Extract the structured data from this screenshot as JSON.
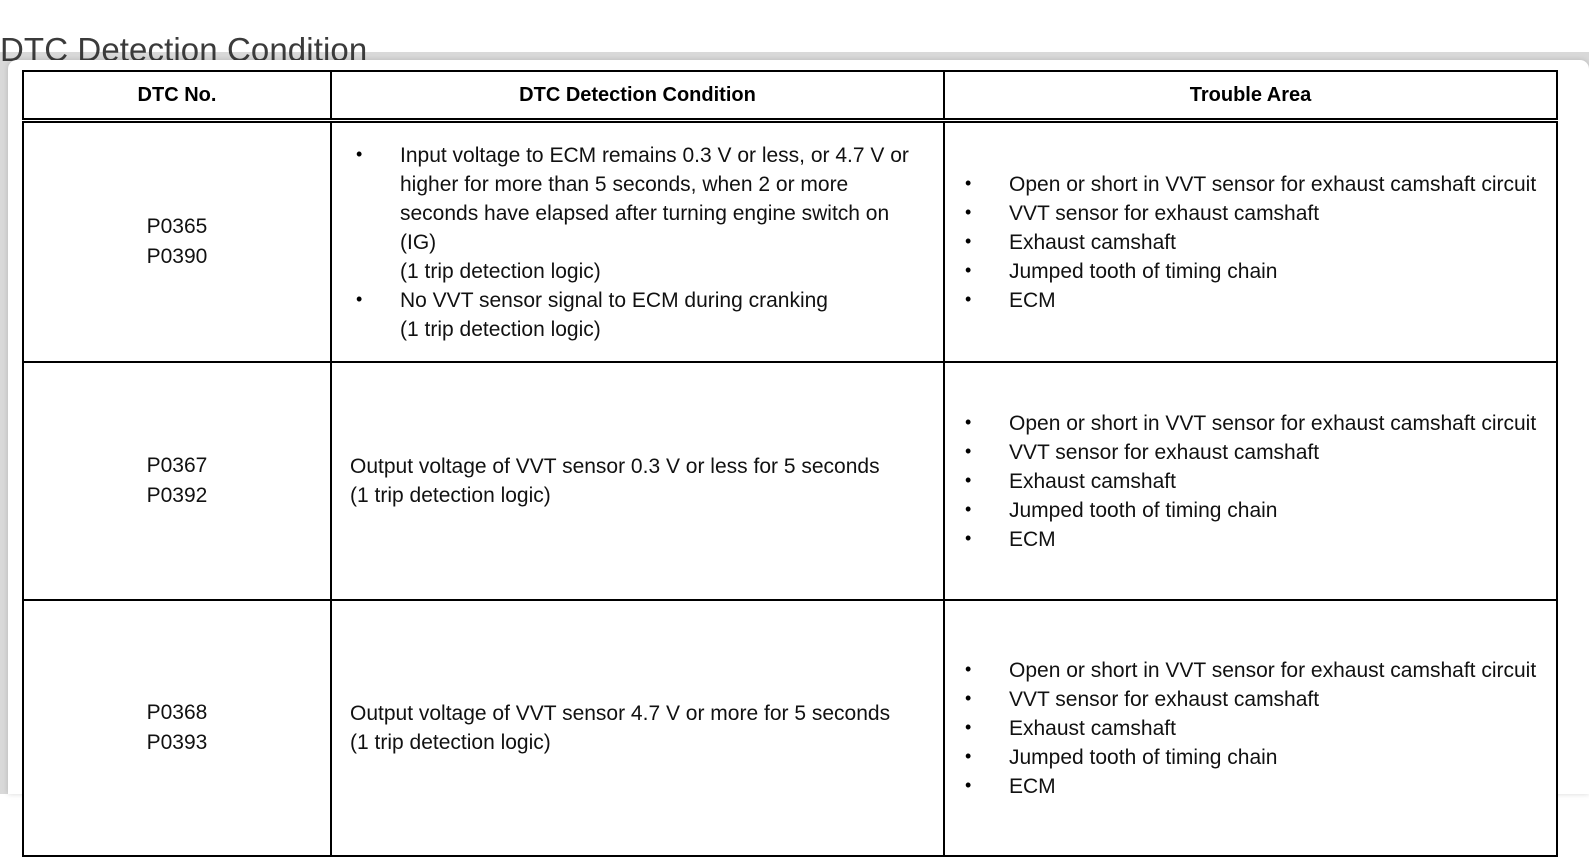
{
  "page": {
    "title": "DTC Detection Condition"
  },
  "table": {
    "headers": {
      "dtc_no": "DTC No.",
      "condition": "DTC Detection Condition",
      "trouble_area": "Trouble Area"
    },
    "rows": [
      {
        "dtc_codes": [
          "P0365",
          "P0390"
        ],
        "condition": {
          "style": "bulleted",
          "items": [
            {
              "text": "Input voltage to ECM remains 0.3 V or less, or 4.7 V or higher for more than 5 seconds, when 2 or more seconds have elapsed after turning engine switch on (IG)",
              "sub": "(1 trip detection logic)"
            },
            {
              "text": "No VVT sensor signal to ECM during cranking",
              "sub": "(1 trip detection logic)"
            }
          ]
        },
        "trouble_area": [
          "Open or short in VVT sensor for exhaust camshaft circuit",
          "VVT sensor for exhaust camshaft",
          "Exhaust camshaft",
          "Jumped tooth of timing chain",
          "ECM"
        ]
      },
      {
        "dtc_codes": [
          "P0367",
          "P0392"
        ],
        "condition": {
          "style": "plain",
          "lines": [
            "Output voltage of VVT sensor 0.3 V or less for 5 seconds",
            "(1 trip detection logic)"
          ]
        },
        "trouble_area": [
          "Open or short in VVT sensor for exhaust camshaft circuit",
          "VVT sensor for exhaust camshaft",
          "Exhaust camshaft",
          "Jumped tooth of timing chain",
          "ECM"
        ]
      },
      {
        "dtc_codes": [
          "P0368",
          "P0393"
        ],
        "condition": {
          "style": "plain",
          "lines": [
            "Output voltage of VVT sensor 4.7 V or more for 5 seconds",
            "(1 trip detection logic)"
          ]
        },
        "trouble_area": [
          "Open or short in VVT sensor for exhaust camshaft circuit",
          "VVT sensor for exhaust camshaft",
          "Exhaust camshaft",
          "Jumped tooth of timing chain",
          "ECM"
        ]
      }
    ]
  },
  "colors": {
    "title_text": "#3b3b3b",
    "body_text": "#111111",
    "border": "#000000",
    "panel_background": "#ffffff",
    "page_background": "#d9d9d9"
  }
}
